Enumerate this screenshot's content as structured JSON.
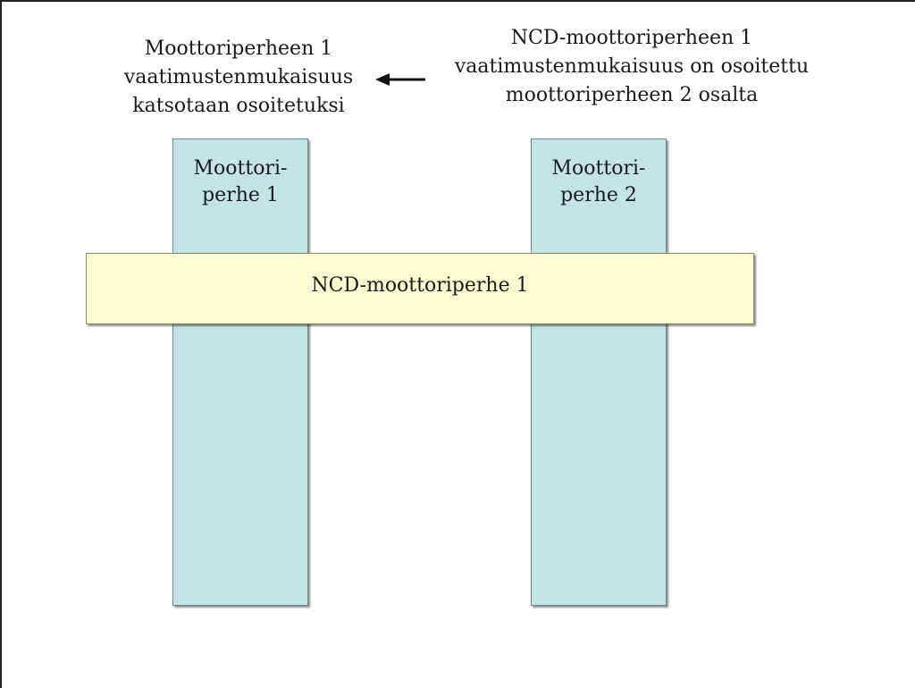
{
  "note_left": {
    "lines": [
      "Moottoriperheen 1",
      "vaatimustenmukaisuus",
      "katsotaan osoitetuksi"
    ]
  },
  "note_right": {
    "lines": [
      "NCD-moottoriperheen 1",
      "vaatimustenmukaisuus on osoitettu",
      "moottoriperheen 2 osalta"
    ]
  },
  "arrow": {
    "icon": "arrow-left-icon",
    "color": "#111111"
  },
  "columns": [
    {
      "lines": [
        "Moottori-",
        "perhe 1"
      ],
      "color": "#c4e3e6"
    },
    {
      "lines": [
        "Moottori-",
        "perhe 2"
      ],
      "color": "#c4e3e6"
    }
  ],
  "band": {
    "label": "NCD-moottoriperhe 1",
    "color": "#fcfcd2"
  }
}
